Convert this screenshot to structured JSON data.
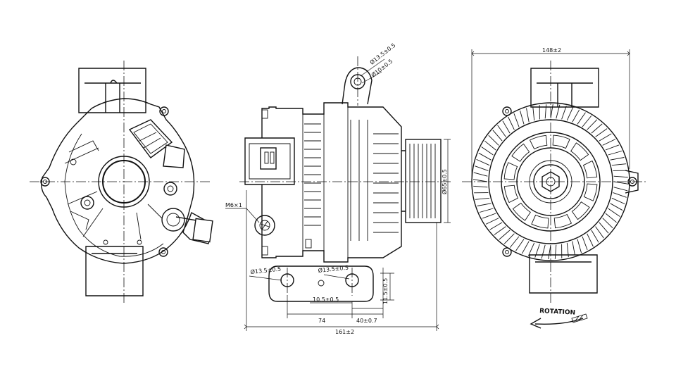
{
  "views": {
    "rear": {},
    "side": {
      "dimensions": {
        "top_hole_outer": "Ø13.5±0.5",
        "top_hole_inner": "Ø10±0.5",
        "thread": "M6×1",
        "pulley_diameter": "Ø65±0.5",
        "mount_hole_left": "Ø13.5±0.5",
        "mount_hole_right": "Ø13.5±0.5",
        "height_small": "11.5±0.5",
        "width_small": "10.5±0.5",
        "length_74": "74",
        "length_40": "40±0.7",
        "overall_length": "161±2"
      }
    },
    "front": {
      "overall_width": "148±2",
      "rotation_label": "ROTATION"
    }
  }
}
